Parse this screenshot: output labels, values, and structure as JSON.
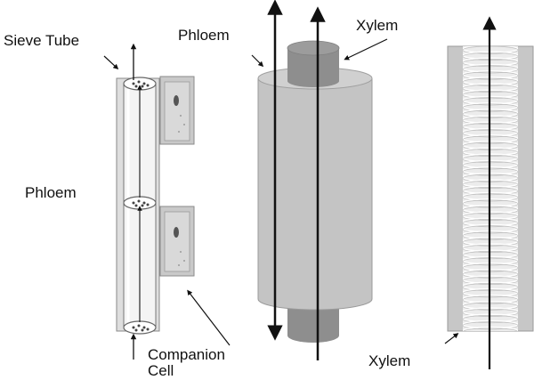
{
  "labels": {
    "sieve_tube": "Sieve  Tube",
    "phloem_left": "Phloem",
    "phloem_top": "Phloem",
    "xylem_top": "Xylem",
    "companion_line1": "Companion",
    "companion_line2": "Cell",
    "xylem_bottom": "Xylem"
  },
  "colors": {
    "phloem_light": "#e2e2e2",
    "phloem_mid": "#c6c6c6",
    "xylem_dark": "#909090",
    "outline": "#777777",
    "arrow": "#111111"
  }
}
